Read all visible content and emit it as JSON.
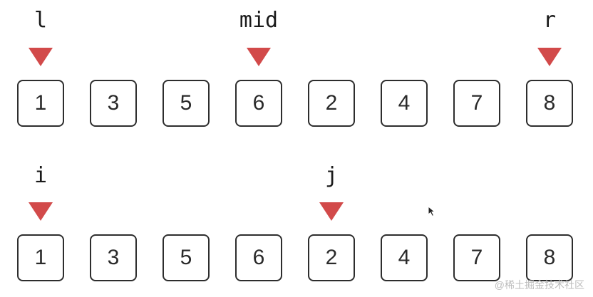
{
  "colors": {
    "arrow": "#d24a4a",
    "box_border": "#2d2d2d",
    "text": "#2a2a2a"
  },
  "rows": [
    {
      "cells": [
        "1",
        "3",
        "5",
        "6",
        "2",
        "4",
        "7",
        "8"
      ],
      "pointers": [
        {
          "label": "l",
          "index": 0
        },
        {
          "label": "mid",
          "index": 3
        },
        {
          "label": "r",
          "index": 7
        }
      ]
    },
    {
      "cells": [
        "1",
        "3",
        "5",
        "6",
        "2",
        "4",
        "7",
        "8"
      ],
      "pointers": [
        {
          "label": "i",
          "index": 0
        },
        {
          "label": "j",
          "index": 4
        }
      ]
    }
  ],
  "watermark": "@稀土掘金技术社区",
  "cursor_icon": "mouse-pointer-icon"
}
